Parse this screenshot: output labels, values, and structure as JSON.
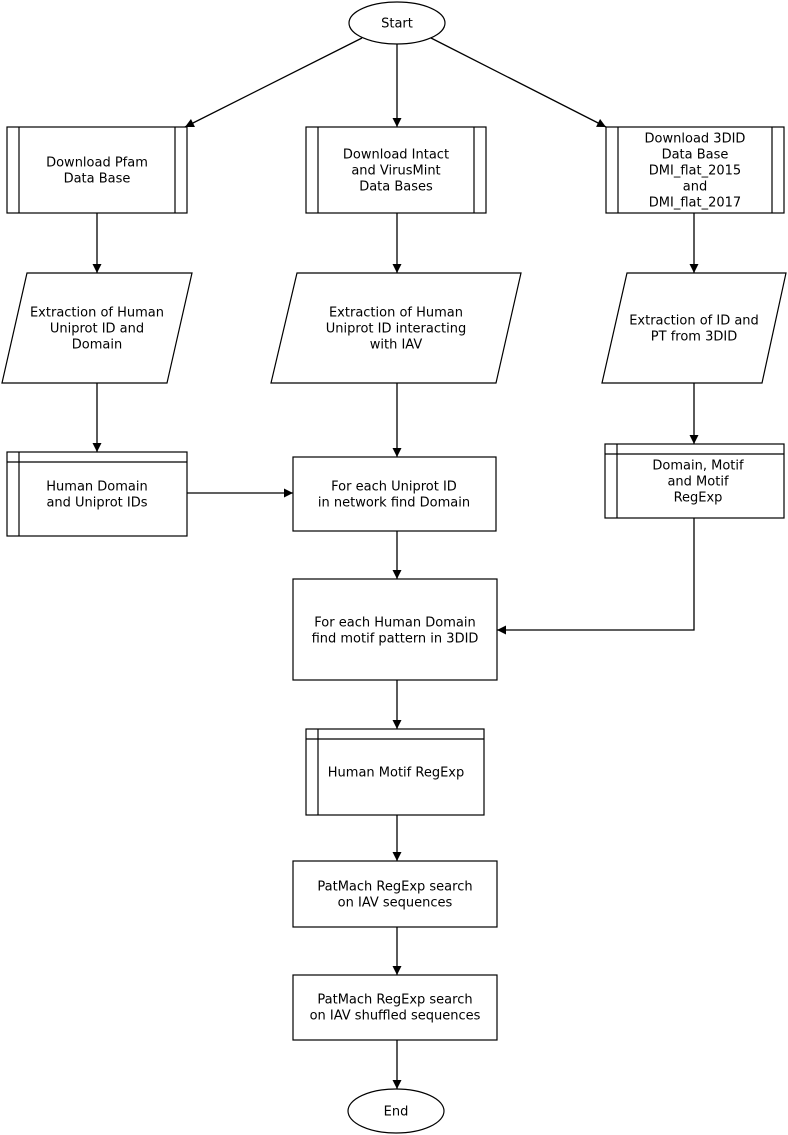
{
  "nodes": {
    "start": {
      "lines": [
        "Start"
      ]
    },
    "pfam": {
      "lines": [
        "Download Pfam",
        "Data Base"
      ]
    },
    "intact": {
      "lines": [
        "Download Intact",
        "and VirusMint",
        "Data Bases"
      ]
    },
    "did3": {
      "lines": [
        "Download 3DID",
        "Data Base",
        "DMI_flat_2015",
        "and",
        "DMI_flat_2017"
      ]
    },
    "ext_human": {
      "lines": [
        "Extraction of Human",
        "Uniprot ID and",
        "Domain"
      ]
    },
    "ext_iav": {
      "lines": [
        "Extraction of Human",
        "Uniprot ID interacting",
        "with IAV"
      ]
    },
    "ext_3did": {
      "lines": [
        "Extraction of ID and",
        "PT from 3DID"
      ]
    },
    "human_domain": {
      "lines": [
        "Human Domain",
        "and Uniprot IDs"
      ]
    },
    "for_uniprot": {
      "lines": [
        "For each Uniprot ID",
        "in network find Domain"
      ]
    },
    "domain_motif": {
      "lines": [
        "Domain, Motif",
        "and Motif",
        "RegExp"
      ]
    },
    "for_domain": {
      "lines": [
        "For each Human Domain",
        "find motif pattern in 3DID"
      ]
    },
    "motif_regexp": {
      "lines": [
        "Human Motif RegExp"
      ]
    },
    "patmach1": {
      "lines": [
        "PatMach RegExp search",
        "on IAV sequences"
      ]
    },
    "patmach2": {
      "lines": [
        "PatMach RegExp search",
        "on IAV shuffled sequences"
      ]
    },
    "end": {
      "lines": [
        "End"
      ]
    }
  }
}
